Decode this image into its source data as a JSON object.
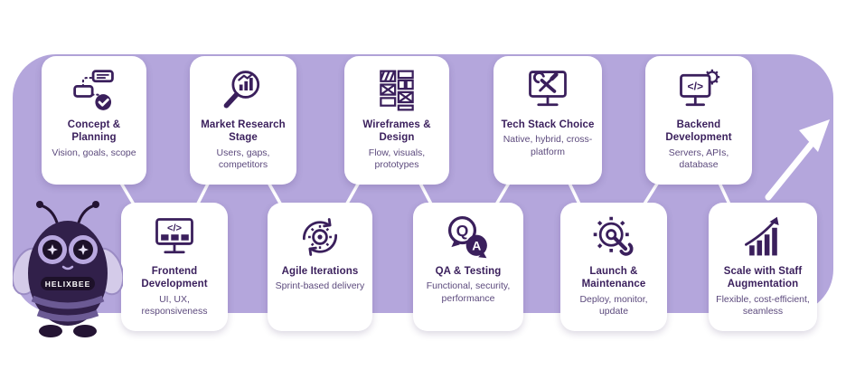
{
  "mascot": {
    "name": "HELIXBEE"
  },
  "flow": {
    "steps": [
      {
        "title": "Concept & Planning",
        "subtitle": "Vision, goals, scope",
        "icon": "flowchart-check-icon",
        "position": "top"
      },
      {
        "title": "Market Research Stage",
        "subtitle": "Users, gaps, competitors",
        "icon": "magnifier-bar-chart-icon",
        "position": "top"
      },
      {
        "title": "Wireframes & Design",
        "subtitle": "Flow, visuals, prototypes",
        "icon": "wireframe-layout-icon",
        "position": "top"
      },
      {
        "title": "Tech Stack Choice",
        "subtitle": "Native, hybrid, cross-platform",
        "icon": "monitor-tools-icon",
        "position": "top"
      },
      {
        "title": "Backend Development",
        "subtitle": "Servers, APIs, database",
        "icon": "monitor-code-gear-icon",
        "position": "top"
      },
      {
        "title": "Frontend Development",
        "subtitle": "UI, UX, responsiveness",
        "icon": "monitor-code-icon",
        "position": "bottom"
      },
      {
        "title": "Agile Iterations",
        "subtitle": "Sprint-based delivery",
        "icon": "gear-cycle-icon",
        "position": "bottom"
      },
      {
        "title": "QA & Testing",
        "subtitle": "Functional, security, performance",
        "icon": "qa-bubbles-icon",
        "position": "bottom"
      },
      {
        "title": "Launch & Maintenance",
        "subtitle": "Deploy, monitor, update",
        "icon": "gear-wrench-icon",
        "position": "bottom"
      },
      {
        "title": "Scale with Staff Augmentation",
        "subtitle": "Flexible, cost-efficient, seamless",
        "icon": "growth-chart-arrow-icon",
        "position": "bottom"
      }
    ]
  },
  "icon_glyphs": {
    "code": "</>",
    "q": "Q",
    "a": "A"
  },
  "colors": {
    "panel": "#b4a6dc",
    "card": "#ffffff",
    "title": "#3a1f5c",
    "subtitle": "#5c4a7d",
    "icon": "#3a1f5c",
    "connector": "#ffffff"
  }
}
